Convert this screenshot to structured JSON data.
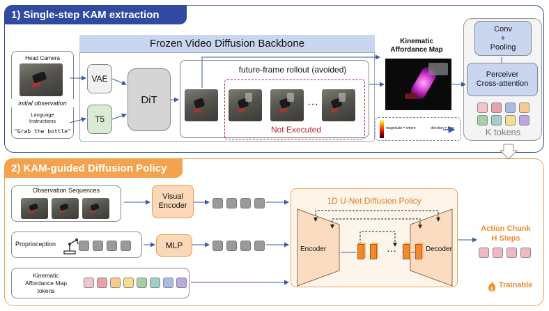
{
  "section1": {
    "title": "1) Single-step KAM extraction",
    "backbone": "Frozen Video Diffusion Backbone",
    "head_camera": "Head Camera",
    "initial_observation": "initial observation",
    "language": "Language\nInstructions",
    "instruction": "\"Grab the bottle\"",
    "vae": "VAE",
    "t5": "T5",
    "dit": "DiT",
    "rollout": "future-frame rollout (avoided)",
    "ellipsis": "···",
    "not_executed": "Not Executed",
    "kam_title": "Kinematic\nAffordance Map",
    "legend_magnitude": "magnitude = where",
    "legend_direction": "direction = how",
    "conv": "Conv\n+\nPooling",
    "perceiver": "Perceiver\nCross-attention",
    "k_tokens": "K tokens"
  },
  "section2": {
    "title": "2) KAM-guided Diffusion Policy",
    "obs_seq": "Observation Sequences",
    "visual_encoder": "Visual\nEncoder",
    "proprioception": "Proprioception",
    "mlp": "MLP",
    "kam_tokens": "Kinematic\nAffordance Map\ntokens",
    "unet": "1D U-Net Diffusion Policy",
    "encoder": "Encoder",
    "decoder": "Decoder",
    "ellipsis": "···",
    "action_chunk": "Action Chunk\nH Steps",
    "trainable": "Trainable"
  },
  "colors": {
    "blue_header": "#2f4aa0",
    "orange_header": "#f4a24e",
    "dit_blue": "#c3d3ec",
    "red_dashed": "#c0202a",
    "orange_accent": "#f08a2c"
  },
  "token_colors": [
    "#f2c4cc",
    "#e8a0aa",
    "#f8c98a",
    "#f6df8c",
    "#a8cfa4",
    "#9ecfc8",
    "#a7bde8",
    "#b9a7de"
  ],
  "k_token_colors": [
    "#f2c4cc",
    "#e8a0aa",
    "#a7bde8",
    "#f8c98a",
    "#a8cfa4",
    "#9ecfc8",
    "#f6df8c",
    "#b9a7de"
  ]
}
